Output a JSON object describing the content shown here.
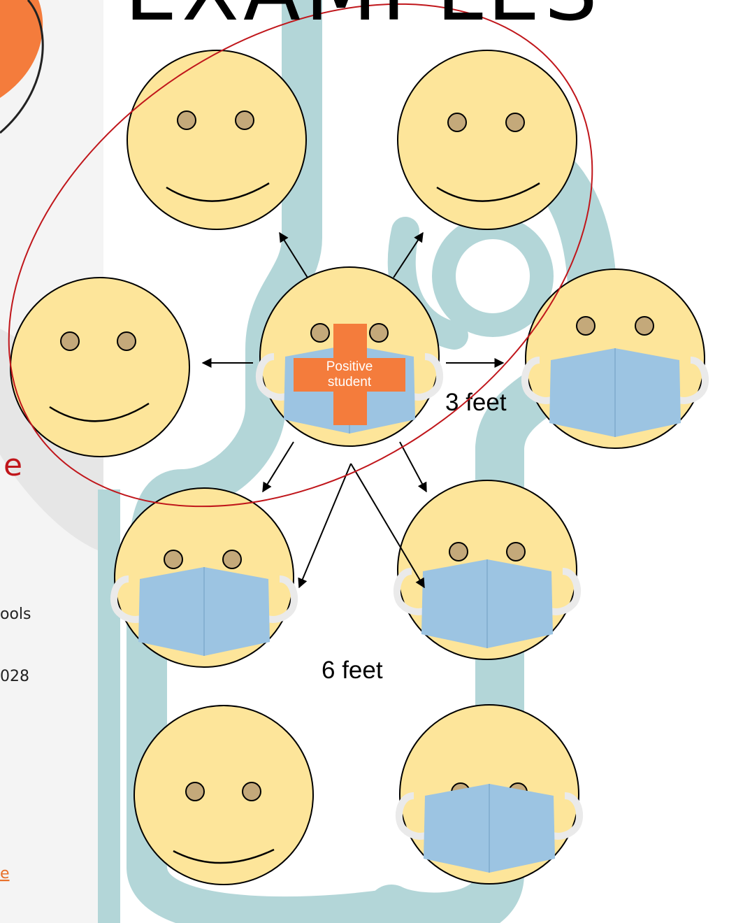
{
  "slide": {
    "title_fragment": "EXAMPLES",
    "sidebar_title_fragment": "e",
    "sidebar_line1": "ools",
    "sidebar_line2": "028",
    "sidebar_link": "e"
  },
  "diagram": {
    "center_label_line1": "Positive",
    "center_label_line2": "student",
    "distance_3": "3 feet",
    "distance_6": "6 feet"
  },
  "colors": {
    "face": "#fde59a",
    "eye": "#c4a97a",
    "mask": "#9cc4e2",
    "cross": "#f47c3c",
    "ellipse": "#c0161b",
    "band": "#b3d6d8",
    "panel": "#f4f4f4"
  }
}
